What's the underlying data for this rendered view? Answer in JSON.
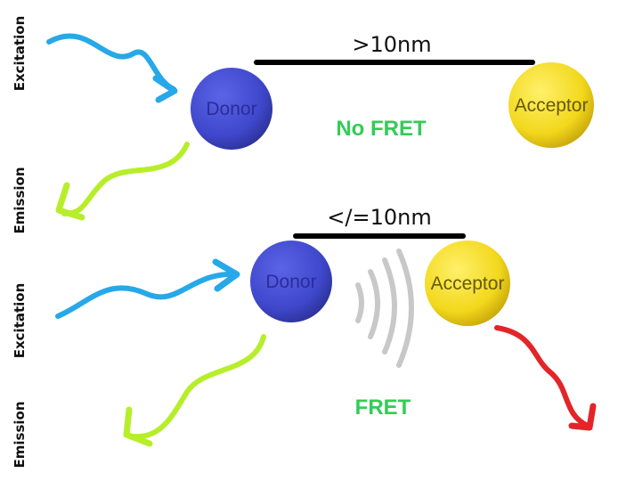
{
  "colors": {
    "excitation_arrow": "#27a8e8",
    "emission_arrow": "#b7ee2a",
    "acceptor_emission_arrow": "#e3252a",
    "donor_fill": "#3f48cc",
    "donor_text": "#2c2c9a",
    "acceptor_fill": "#f2d81c",
    "acceptor_text": "#665a00",
    "distance_bar": "#000000",
    "transfer_waves": "#c8c8c8",
    "state_label": "#33cc55"
  },
  "icons": {
    "excitation": "wavy-arrow-icon",
    "emission": "wavy-arrow-icon",
    "transfer": "wave-arcs-icon"
  },
  "panels": [
    {
      "id": "top",
      "excitation_label": "Excitation",
      "emission_label": "Emission",
      "distance_label": ">10nm",
      "state_label": "No FRET",
      "donor_label": "Donor",
      "acceptor_label": "Acceptor",
      "acceptor_emits": false
    },
    {
      "id": "bottom",
      "excitation_label": "Excitation",
      "emission_label": "Emission",
      "distance_label": "</=10nm",
      "state_label": "FRET",
      "donor_label": "Donor",
      "acceptor_label": "Acceptor",
      "acceptor_emits": true
    }
  ]
}
